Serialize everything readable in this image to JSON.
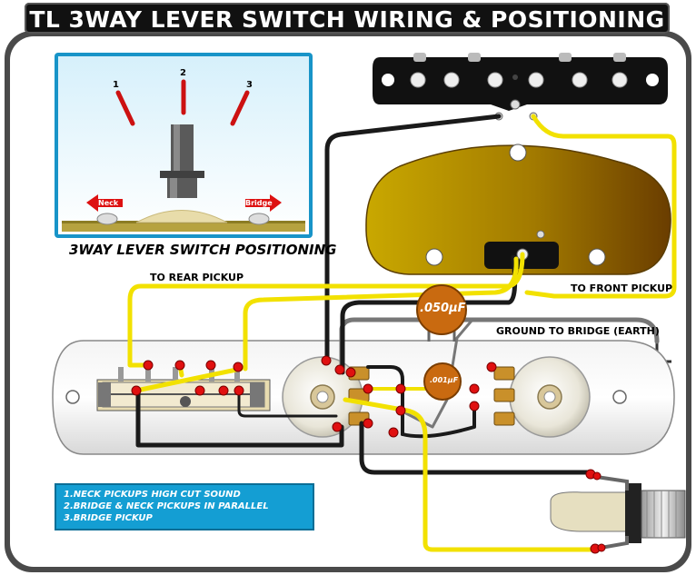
{
  "title": "TL 3WAY LEVER SWITCH WIRING & POSITIONING",
  "switch_positioning": {
    "caption": "3WAY LEVER SWITCH POSITIONING",
    "positions": [
      "1",
      "2",
      "3"
    ],
    "neck_label": "Neck",
    "bridge_label": "Bridge"
  },
  "labels": {
    "rear_pickup": "TO REAR PICKUP",
    "front_pickup": "TO FRONT PICKUP",
    "ground": "GROUND TO BRIDGE (EARTH)"
  },
  "capacitors": {
    "large": ".050µF",
    "small": ".001µF"
  },
  "legend": [
    "1.NECK PICKUPS HIGH CUT SOUND",
    "2.BRIDGE & NECK PICKUPS IN PARALLEL",
    "3.BRIDGE PICKUP"
  ],
  "colors": {
    "hot_wire": "#f2e100",
    "ground_wire": "#1a1a1a",
    "cap_wire": "#777777",
    "solder": "#e01010",
    "capacitor": "#c96a10",
    "legend_bg": "#149ed3"
  }
}
